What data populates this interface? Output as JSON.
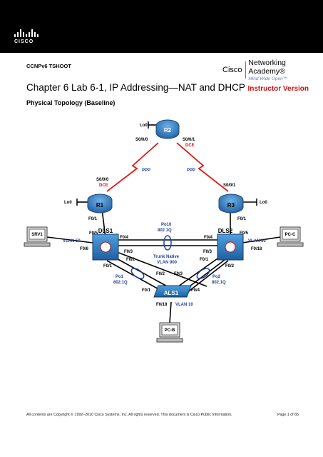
{
  "header": {
    "logo_text": "CISCO",
    "course": "CCNPv6 TSHOOT",
    "academy_brand": "Cisco",
    "academy_name": "Networking Academy®",
    "academy_tagline": "Mind Wide Open™"
  },
  "document": {
    "title": "Chapter 6 Lab 6-1, IP Addressing—NAT and DHCP",
    "title_tag": "Instructor Version",
    "section_title": "Physical Topology (Baseline)"
  },
  "topology": {
    "devices": {
      "r1": "R1",
      "r2": "R2",
      "r3": "R3",
      "dls1": "DLS1",
      "dls2": "DLS2",
      "als1": "ALS1",
      "srv1": "SRV1",
      "pcc": "PC-C",
      "pcb": "PC-B"
    },
    "labels": {
      "lo0_r2": "Lo0",
      "lo0_r1": "Lo0",
      "lo0_r3": "Lo0",
      "r2_s000": "S0/0/0",
      "r2_s001": "S0/0/1",
      "r2_dce": "DCE",
      "ppp_left": "PPP",
      "ppp_right": "PPP",
      "r1_s000": "S0/0/0",
      "r1_dce": "DCE",
      "r3_s001": "S0/0/1",
      "r1_f01": "F0/1",
      "r3_f01": "F0/1",
      "dls1_f05": "F0/5",
      "dls1_f06": "F0/6",
      "dls1_f04": "F0/4",
      "dls1_f03": "F0/3",
      "dls1_f02": "F0/2",
      "dls1_f01": "F0/1",
      "vlan50": "VLAN 50",
      "po10": "Po10",
      "po10_proto": "802.1Q",
      "trunk_native": "Trunk Native",
      "vlan900": "VLAN 900",
      "dls2_f04": "F0/4",
      "dls2_f05": "F0/5",
      "dls2_f03": "F0/3",
      "dls2_f018": "F0/18",
      "dls2_f01": "F0/1",
      "dls2_f02": "F0/2",
      "vlan30": "VLAN 30",
      "po1": "Po1",
      "po1_proto": "802.1Q",
      "po2": "Po2",
      "po2_proto": "802.1Q",
      "als1_f02": "F0/2",
      "als1_f03": "F0/3",
      "als1_f01": "F0/1",
      "als1_f04": "F0/4",
      "als1_f018": "F0/18",
      "vlan10": "VLAN 10"
    }
  },
  "footer": {
    "copyright": "All contents are Copyright © 1992–2010 Cisco Systems, Inc. All rights reserved. This document is Cisco Public Information.",
    "page": "Page 1 of 65"
  },
  "colors": {
    "accent_red": "#cc1111",
    "router_blue": "#3a7fc0",
    "switch_blue": "#2f7fbf",
    "link_blue": "#1f3f9f"
  }
}
